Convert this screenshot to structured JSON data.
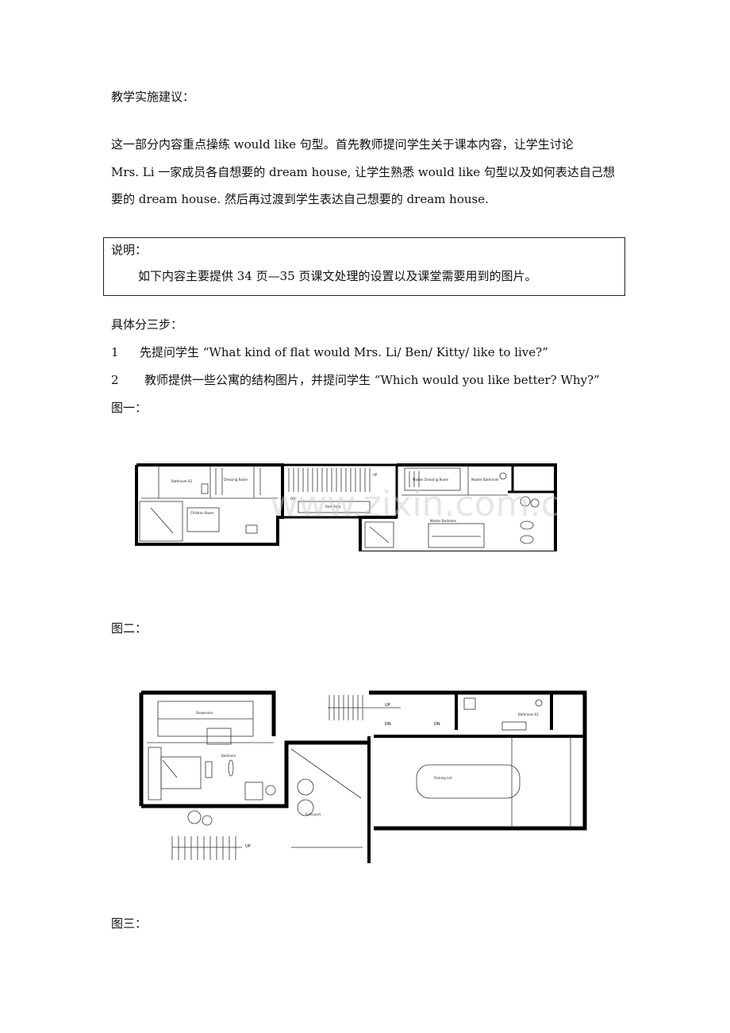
{
  "heading": "教学实施建议：",
  "paragraph_lines": [
    "这一部分内容重点操练 would like  句型。首先教师提问学生关于课本内容，让学生讨论",
    "Mrs. Li  一家成员各自想要的 dream house,  让学生熟悉 would like  句型以及如何表达自己想",
    "要的 dream house.  然后再过渡到学生表达自己想要的 dream house."
  ],
  "note": {
    "title": "说明：",
    "body": "如下内容主要提供 34 页—35 页课文处理的设置以及课堂需要用到的图片。"
  },
  "steps_title": "具体分三步：",
  "steps": [
    {
      "num": "1",
      "text": "先提问学生 “What kind of flat would Mrs. Li/ Ben/ Kitty/ like to live?”"
    },
    {
      "num": "2",
      "text": "教师提供一些公寓的结构图片，并提问学生 “Which would you like better? Why?”"
    }
  ],
  "figures": [
    {
      "label": "图一："
    },
    {
      "label": "图二："
    },
    {
      "label": "图三："
    }
  ],
  "watermark": "www.zixin.com.cn",
  "plan1_labels": {
    "bathroom": "Bathroom 02",
    "dressing": "Dressing Room",
    "children": "Children Room",
    "dn": "DN",
    "up": "UP",
    "rest": "Rest Area",
    "master_dressing": "Master Dressing Room",
    "master_bath": "Master Bathroom",
    "master_bed": "Master Bedroom"
  },
  "plan2_labels": {
    "showroom": "Showroom",
    "bedroom": "Bedroom",
    "forecourt": "Forecourt",
    "parking": "Parking Lot",
    "bathroom": "Bathroom 01",
    "up1": "UP",
    "dn1": "DN",
    "dn2": "DN",
    "up2": "UP"
  }
}
